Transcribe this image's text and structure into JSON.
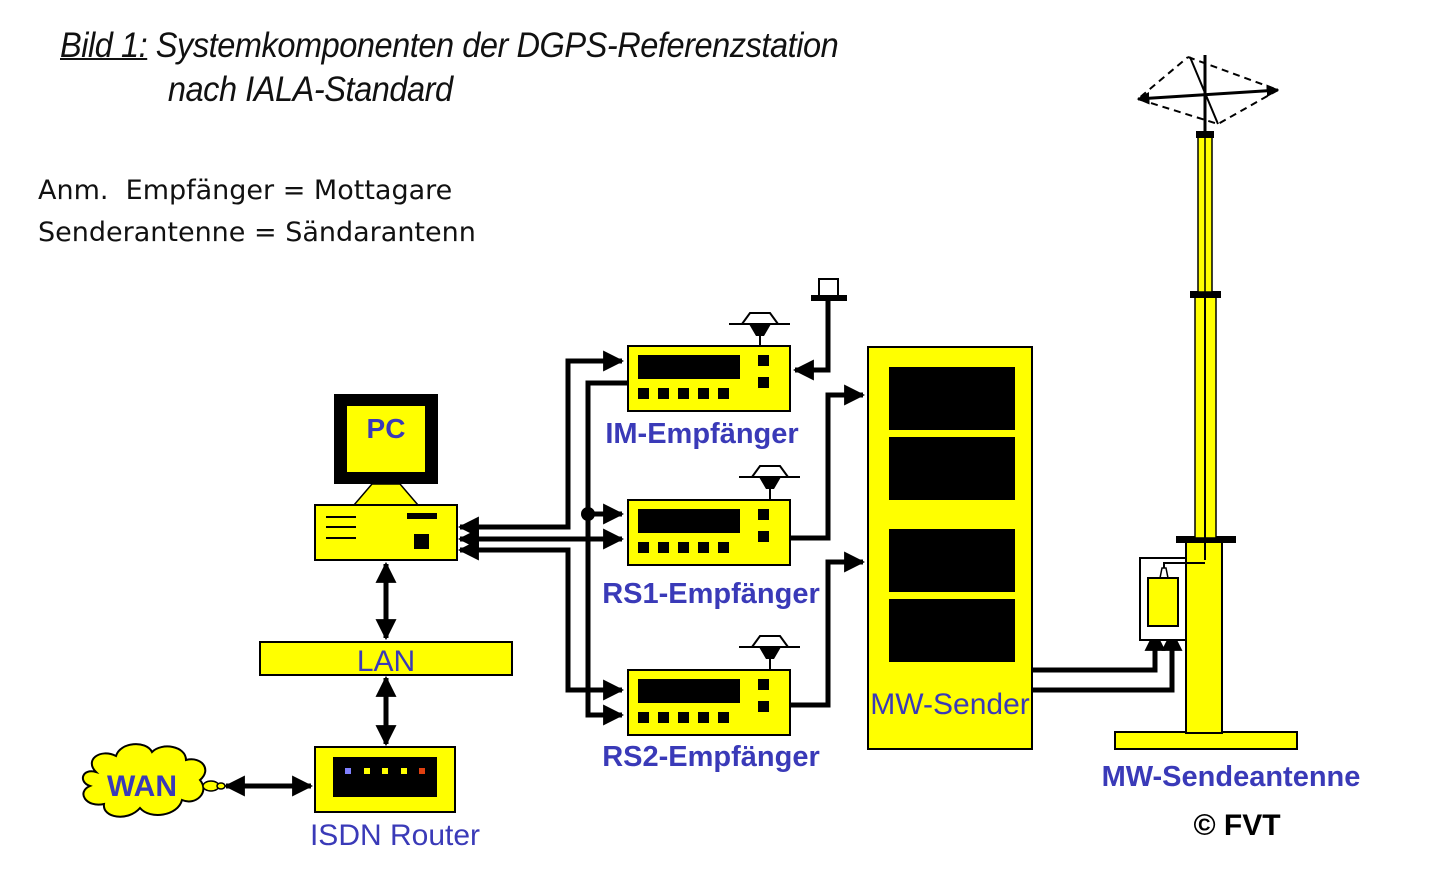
{
  "title": {
    "prefix": "Bild 1:",
    "line1": " Systemkomponenten der DGPS-Referenzstation",
    "line2": "nach IALA-Standard"
  },
  "note": {
    "line1": "Anm.  Empfänger = Mottagare",
    "line2": "Senderantenne = Sändarantenn"
  },
  "components": {
    "pc": "PC",
    "lan": "LAN",
    "router": "ISDN Router",
    "wan": "WAN",
    "im_receiver": "IM-Empfänger",
    "rs1_receiver": "RS1-Empfänger",
    "rs2_receiver": "RS2-Empfänger",
    "transmitter": "MW-Sender",
    "antenna": "MW-Sendeantenne"
  },
  "copyright": "© FVT",
  "colors": {
    "component_fill": "#ffff00",
    "label_blue": "#3a3ab8",
    "router_leds": [
      "#8080ff",
      "#ffff00",
      "#ffff00",
      "#ffff00",
      "#e04010"
    ]
  }
}
